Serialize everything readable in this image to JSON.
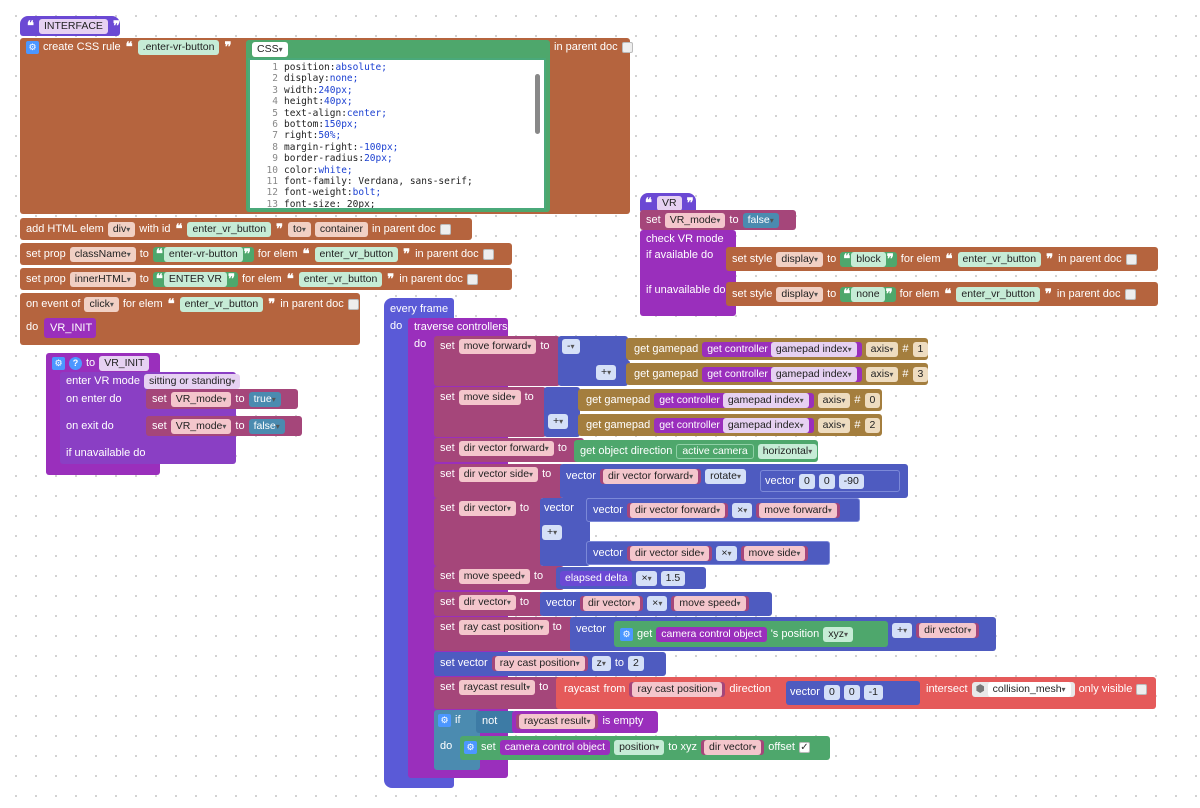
{
  "interface_hat": {
    "label": "INTERFACE"
  },
  "css_rule": {
    "label": "create CSS rule",
    "selector": ".enter-vr-button",
    "lang": "CSS",
    "in_parent_doc": "in parent doc",
    "lines": [
      {
        "n": "1",
        "k": "position:",
        "v": "absolute;"
      },
      {
        "n": "2",
        "k": "display:",
        "v": "none;"
      },
      {
        "n": "3",
        "k": "width:",
        "v": "240px;"
      },
      {
        "n": "4",
        "k": "height:",
        "v": "40px;"
      },
      {
        "n": "5",
        "k": "text-align:",
        "v": "center;"
      },
      {
        "n": "6",
        "k": "bottom:",
        "v": "150px;"
      },
      {
        "n": "7",
        "k": "right:",
        "v": "50%;"
      },
      {
        "n": "8",
        "k": "margin-right:",
        "v": "-100px;"
      },
      {
        "n": "9",
        "k": "border-radius:",
        "v": "20px;"
      },
      {
        "n": "10",
        "k": "color:",
        "v": "white;"
      },
      {
        "n": "11",
        "k": "font-family: Verdana, sans-serif;",
        "v": ""
      },
      {
        "n": "12",
        "k": "font-weight:",
        "v": "bolt;"
      },
      {
        "n": "13",
        "k": "font-size: 20px;",
        "v": ""
      }
    ]
  },
  "add_elem": {
    "label": "add HTML elem",
    "tag": "div",
    "with_id": "with id",
    "id": "enter_vr_button",
    "to": "to",
    "container": "container",
    "in_parent_doc": "in parent doc"
  },
  "prop_class": {
    "label": "set prop",
    "prop": "className",
    "to": "to",
    "value": "enter-vr-button",
    "for_elem": "for elem",
    "elem": "enter_vr_button",
    "in_parent_doc": "in parent doc"
  },
  "prop_html": {
    "label": "set prop",
    "prop": "innerHTML",
    "to": "to",
    "value": "ENTER VR",
    "for_elem": "for elem",
    "elem": "enter_vr_button",
    "in_parent_doc": "in parent doc"
  },
  "on_event": {
    "label": "on event of",
    "event": "click",
    "for_elem": "for elem",
    "elem": "enter_vr_button",
    "in_parent_doc": "in parent doc",
    "do": "do",
    "call": "VR_INIT"
  },
  "func": {
    "to": "to",
    "name": "VR_INIT",
    "enter_vr": "enter VR mode",
    "mode": "sitting or standing",
    "on_enter": "on enter do",
    "on_exit": "on exit do",
    "if_unavail": "if unavailable do",
    "set": "set",
    "var": "VR_mode",
    "to2": "to",
    "true": "true",
    "false": "false"
  },
  "vr_hat": {
    "label": "VR",
    "set": "set",
    "var": "VR_mode",
    "to": "to",
    "val": "false",
    "check": "check VR mode",
    "if_avail": "if available do",
    "if_unavail": "if unavailable do",
    "style1": {
      "label": "set style",
      "prop": "display",
      "to": "to",
      "val": "block",
      "for_elem": "for elem",
      "elem": "enter_vr_button",
      "in_parent_doc": "in parent doc"
    },
    "style2": {
      "label": "set style",
      "prop": "display",
      "to": "to",
      "val": "none",
      "for_elem": "for elem",
      "elem": "enter_vr_button",
      "in_parent_doc": "in parent doc"
    }
  },
  "frame": {
    "every_frame": "every frame",
    "do": "do",
    "traverse": "traverse controllers",
    "do2": "do",
    "set": "set",
    "to": "to",
    "move_forward": "move forward",
    "move_side": "move side",
    "minus": "-",
    "plus": "+",
    "get_gamepad": "get gamepad",
    "get_controller": "get controller",
    "gamepad_index": "gamepad index",
    "axis": "axis",
    "hash": "#",
    "n1": "1",
    "n3": "3",
    "n0": "0",
    "n2": "2",
    "dir_vector_forward": "dir vector forward",
    "get_object_direction": "get object direction",
    "active_camera": "active camera",
    "horizontal": "horizontal",
    "dir_vector_side": "dir vector side",
    "vector": "vector",
    "rotate": "rotate",
    "z0": "0",
    "z1": "0",
    "z2": "-90",
    "dir_vector": "dir vector",
    "times": "×",
    "move_speed": "move speed",
    "elapsed_delta": "elapsed delta",
    "speed": "1.5",
    "ray_cast_position": "ray cast position",
    "get": "get",
    "camera_control_object": "camera control object",
    "s_position": "'s position",
    "xyz": "xyz",
    "set_vector": "set vector",
    "z": "z",
    "to_val": "2",
    "raycast_result": "raycast result",
    "raycast": "raycast",
    "from": "from",
    "direction": "direction",
    "d0": "0",
    "d1": "0",
    "d2": "-1",
    "intersect": "intersect",
    "collision_mesh": "collision_mesh",
    "only_visible": "only visible",
    "if": "if",
    "not": "not",
    "is_empty": "is empty",
    "do3": "do",
    "set_pos": "set",
    "position": "position",
    "to_xyz": "to  xyz",
    "offset": "offset"
  }
}
